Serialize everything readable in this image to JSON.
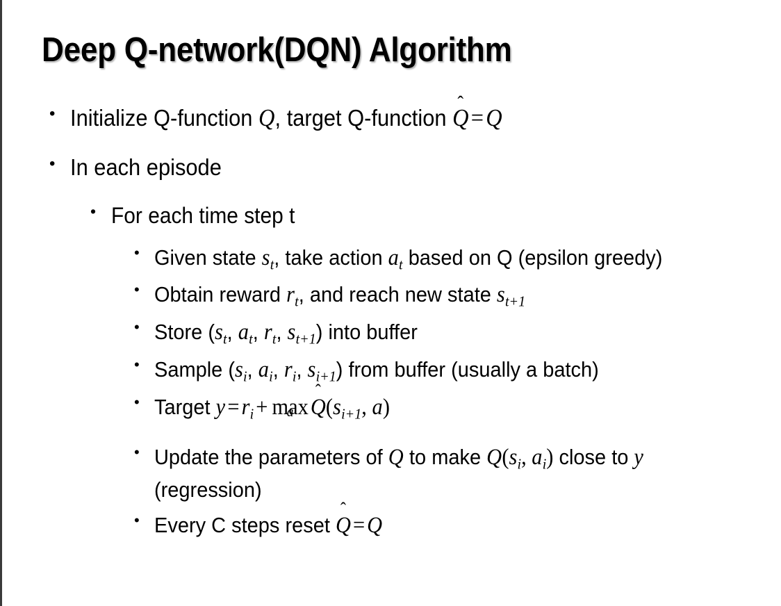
{
  "slide": {
    "title": "Deep Q-network(DQN) Algorithm",
    "bullet_glyph": "•",
    "background_color": "#ffffff",
    "text_color": "#000000",
    "border_color": "#3a3a3a"
  },
  "bullets": {
    "b1": {
      "level": 1,
      "segments": [
        {
          "t": "text",
          "v": "Initialize Q-function "
        },
        {
          "t": "math",
          "v": "Q"
        },
        {
          "t": "text",
          "v": ", target Q-function "
        },
        {
          "t": "math",
          "v": "Q̂"
        },
        {
          "t": "op",
          "v": "="
        },
        {
          "t": "math",
          "v": "Q"
        }
      ],
      "plain": "Initialize Q-function Q, target Q-function Q̂ = Q"
    },
    "b2": {
      "level": 1,
      "plain": "In each episode"
    },
    "b3": {
      "level": 2,
      "plain": "For each time step t"
    },
    "b4": {
      "level": 3,
      "plain": "Given state s_t, take action a_t based on Q (epsilon greedy)",
      "parts": {
        "p1": "Given state ",
        "var1": "s",
        "sub1": "t",
        "p2": ", take action ",
        "var2": "a",
        "sub2": "t",
        "p3": " based on Q (epsilon greedy)"
      }
    },
    "b5": {
      "level": 3,
      "plain": "Obtain reward r_t, and reach new state s_t+1",
      "parts": {
        "p1": "Obtain reward ",
        "var1": "r",
        "sub1": "t",
        "p2": ", and reach new state ",
        "var2": "s",
        "sub2": "t+1"
      }
    },
    "b6": {
      "level": 3,
      "plain": "Store (s_t, a_t, r_t, s_t+1) into buffer",
      "parts": {
        "p1": "Store (",
        "var1": "s",
        "sub1": "t",
        "sep1": ", ",
        "var2": "a",
        "sub2": "t",
        "sep2": ", ",
        "var3": "r",
        "sub3": "t",
        "sep3": ", ",
        "var4": "s",
        "sub4": "t+1",
        "p2": ") into buffer"
      }
    },
    "b7": {
      "level": 3,
      "plain": "Sample (s_i, a_i, r_i, s_i+1) from buffer (usually a batch)",
      "parts": {
        "p1": "Sample (",
        "var1": "s",
        "sub1": "i",
        "sep1": ", ",
        "var2": "a",
        "sub2": "i",
        "sep2": ", ",
        "var3": "r",
        "sub3": "i",
        "sep3": ", ",
        "var4": "s",
        "sub4": "i+1",
        "p2": ") from buffer (usually a batch)"
      }
    },
    "b8": {
      "level": 3,
      "plain": "Target y = r_i + max_a Q̂(s_i+1, a)",
      "parts": {
        "p1": "Target ",
        "var1": "y",
        "eq": "=",
        "var2": "r",
        "sub2": "i",
        "plus": "+",
        "maxlabel": "max",
        "maxunder": "a",
        "qhat": "Q",
        "hatmark": "̂",
        "open": "(",
        "var3": "s",
        "sub3": "i+1",
        "sep": ", ",
        "var4": "a",
        "close": ")"
      }
    },
    "b9": {
      "level": 3,
      "plain": "Update the parameters of Q to make Q(s_i, a_i) close to y (regression)",
      "parts": {
        "p1": "Update the parameters of ",
        "var1": "Q",
        "p2": " to make ",
        "var2": "Q",
        "open": "(",
        "var3": "s",
        "sub3": "i",
        "sep": ", ",
        "var4": "a",
        "sub4": "i",
        "close": ")",
        "p3": " close to ",
        "var5": "y",
        "p4": " (regression)"
      }
    },
    "b10": {
      "level": 3,
      "plain": "Every C steps reset Q̂ = Q",
      "parts": {
        "p1": "Every C steps reset ",
        "qhat": "Q",
        "hatmark": "̂",
        "eq": "=",
        "var2": "Q"
      }
    }
  }
}
